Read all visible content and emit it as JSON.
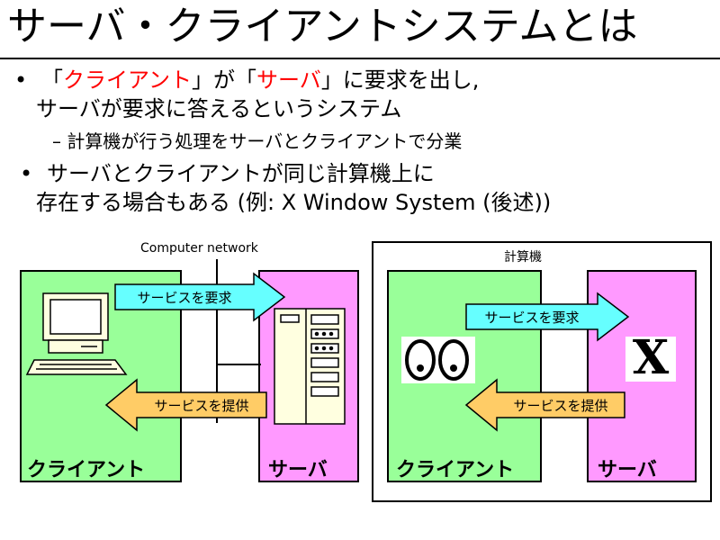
{
  "title": "サーバ・クライアントシステムとは",
  "bullets": {
    "b1_line1_pre": "「",
    "b1_client": "クライアント",
    "b1_mid": "」が「",
    "b1_server": "サーバ",
    "b1_post": "」に要求を出し,",
    "b1_line2": "サーバが要求に答えるというシステム",
    "sub1": "– 計算機が行う処理をサーバとクライアントで分業",
    "b2_line1": "サーバとクライアントが同じ計算機上に",
    "b2_line2": "存在する場合もある (例: X Window System (後述))"
  },
  "diagram_left": {
    "network_label": "Computer network",
    "request_label": "サービスを要求",
    "provide_label": "サービスを提供",
    "client_label": "クライアント",
    "server_label": "サーバ"
  },
  "diagram_right": {
    "machine_label": "計算機",
    "request_label": "サービスを要求",
    "provide_label": "サービスを提供",
    "client_label": "クライアント",
    "server_label": "サーバ",
    "x_logo": "X"
  },
  "colors": {
    "client_bg": "#99ff99",
    "server_bg": "#ff99ff",
    "request_arrow": "#66ffff",
    "provide_arrow": "#ffcc66",
    "highlight": "#ff0000"
  }
}
